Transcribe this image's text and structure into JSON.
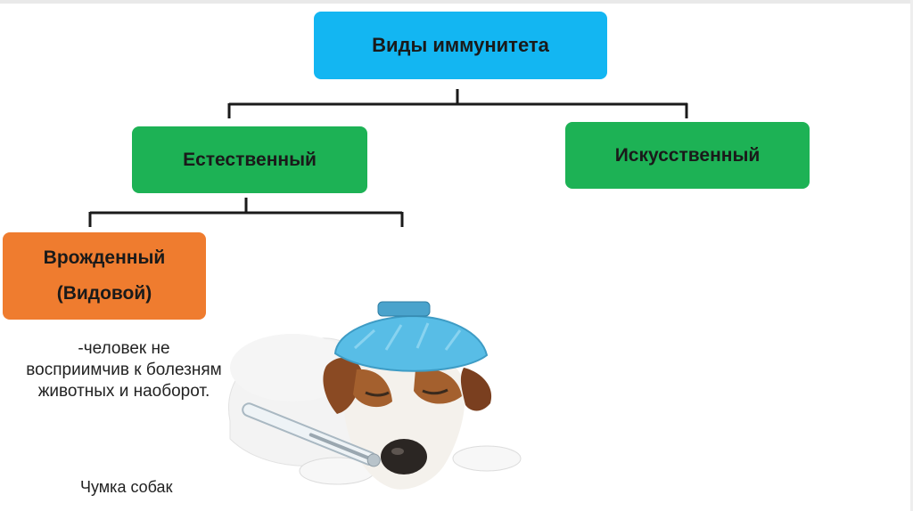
{
  "diagram": {
    "root": {
      "label": "Виды иммунитета"
    },
    "natural": {
      "label": "Естественный"
    },
    "artificial": {
      "label": "Искусственный"
    },
    "innate": {
      "line1": "Врожденный",
      "line2": "(Видовой)"
    }
  },
  "description": {
    "line1": "-человек не",
    "line2": "восприимчив к болезням",
    "line3": "животных и наоборот."
  },
  "photo": {
    "caption": "Чумка  собак"
  },
  "colors": {
    "root_box": "#13b6f2",
    "natural_box": "#1db255",
    "artificial_box": "#1db255",
    "innate_box": "#ef7c2f",
    "connector": "#1a1a1a"
  }
}
